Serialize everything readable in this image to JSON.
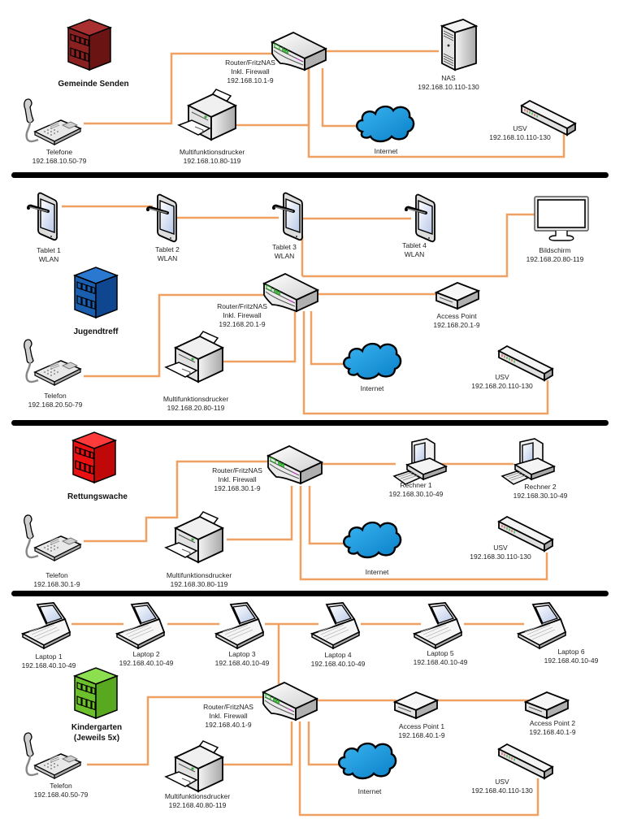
{
  "title": "Netzwerkplan",
  "colors": {
    "cable": "#f0a060",
    "divider": "#000000",
    "cloud": "#1e9fe0",
    "site_gemeinde": "#7a1a1a",
    "site_jugendtreff": "#1658a8",
    "site_rettungswache": "#e01010",
    "site_kindergarten": "#6cc02c"
  },
  "sections": [
    {
      "id": "gemeinde",
      "site": {
        "name": "Gemeinde Senden",
        "icon": "building-icon",
        "color_key": "site_gemeinde"
      },
      "devices": [
        {
          "id": "router",
          "icon": "router-icon",
          "lines": [
            "Router/FritzNAS",
            "Inkl. Firewall",
            "192.168.10.1-9"
          ]
        },
        {
          "id": "nas",
          "icon": "server-icon",
          "lines": [
            "NAS",
            "192.168.10.110-130"
          ]
        },
        {
          "id": "printer",
          "icon": "printer-icon",
          "lines": [
            "Multifunktionsdrucker",
            "192.168.10.80-119"
          ]
        },
        {
          "id": "phone",
          "icon": "phone-icon",
          "lines": [
            "Telefone",
            "192.168.10.50-79"
          ]
        },
        {
          "id": "internet",
          "icon": "cloud-icon",
          "lines": [
            "Internet"
          ]
        },
        {
          "id": "ups",
          "icon": "ups-icon",
          "lines": [
            "USV",
            "192.168.10.110-130"
          ]
        }
      ]
    },
    {
      "id": "jugendtreff",
      "site": {
        "name": "Jugendtreff",
        "icon": "building-icon",
        "color_key": "site_jugendtreff"
      },
      "devices": [
        {
          "id": "tablet1",
          "icon": "tablet-icon",
          "lines": [
            "Tablet 1",
            "WLAN"
          ]
        },
        {
          "id": "tablet2",
          "icon": "tablet-icon",
          "lines": [
            "Tablet 2",
            "WLAN"
          ]
        },
        {
          "id": "tablet3",
          "icon": "tablet-icon",
          "lines": [
            "Tablet 3",
            "WLAN"
          ]
        },
        {
          "id": "tablet4",
          "icon": "tablet-icon",
          "lines": [
            "Tablet 4",
            "WLAN"
          ]
        },
        {
          "id": "monitor",
          "icon": "monitor-icon",
          "lines": [
            "Bildschirm",
            "192.168.20.80-119"
          ]
        },
        {
          "id": "router",
          "icon": "router-icon",
          "lines": [
            "Router/FritzNAS",
            "Inkl. Firewall",
            "192.168.20.1-9"
          ]
        },
        {
          "id": "ap",
          "icon": "access-point-icon",
          "lines": [
            "Access Point",
            "192.168.20.1-9"
          ]
        },
        {
          "id": "printer",
          "icon": "printer-icon",
          "lines": [
            "Multifunktionsdrucker",
            "192.168.20.80-119"
          ]
        },
        {
          "id": "phone",
          "icon": "phone-icon",
          "lines": [
            "Telefon",
            "192.168.20.50-79"
          ]
        },
        {
          "id": "internet",
          "icon": "cloud-icon",
          "lines": [
            "Internet"
          ]
        },
        {
          "id": "ups",
          "icon": "ups-icon",
          "lines": [
            "USV",
            "192.168.20.110-130"
          ]
        }
      ]
    },
    {
      "id": "rettungswache",
      "site": {
        "name": "Rettungswache",
        "icon": "building-icon",
        "color_key": "site_rettungswache"
      },
      "devices": [
        {
          "id": "router",
          "icon": "router-icon",
          "lines": [
            "Router/FritzNAS",
            "Inkl. Firewall",
            "192.168.30.1-9"
          ]
        },
        {
          "id": "pc1",
          "icon": "desktop-pc-icon",
          "lines": [
            "Rechner 1",
            "192.168.30.10-49"
          ]
        },
        {
          "id": "pc2",
          "icon": "desktop-pc-icon",
          "lines": [
            "Rechner 2",
            "192.168.30.10-49"
          ]
        },
        {
          "id": "printer",
          "icon": "printer-icon",
          "lines": [
            "Multifunktionsdrucker",
            "192.168.30.80-119"
          ]
        },
        {
          "id": "phone",
          "icon": "phone-icon",
          "lines": [
            "Telefon",
            "192.168.30.1-9"
          ]
        },
        {
          "id": "internet",
          "icon": "cloud-icon",
          "lines": [
            "Internet"
          ]
        },
        {
          "id": "ups",
          "icon": "ups-icon",
          "lines": [
            "USV",
            "192.168.30.110-130"
          ]
        }
      ]
    },
    {
      "id": "kindergarten",
      "site": {
        "name": "Kindergarten",
        "name2": "(Jeweils 5x)",
        "icon": "building-icon",
        "color_key": "site_kindergarten"
      },
      "devices": [
        {
          "id": "laptop1",
          "icon": "laptop-icon",
          "lines": [
            "Laptop 1",
            "192.168.40.10-49"
          ]
        },
        {
          "id": "laptop2",
          "icon": "laptop-icon",
          "lines": [
            "Laptop 2",
            "192.168.40.10-49"
          ]
        },
        {
          "id": "laptop3",
          "icon": "laptop-icon",
          "lines": [
            "Laptop 3",
            "192.168.40.10-49"
          ]
        },
        {
          "id": "laptop4",
          "icon": "laptop-icon",
          "lines": [
            "Laptop 4",
            "192.168.40.10-49"
          ]
        },
        {
          "id": "laptop5",
          "icon": "laptop-icon",
          "lines": [
            "Laptop 5",
            "192.168.40.10-49"
          ]
        },
        {
          "id": "laptop6",
          "icon": "laptop-icon",
          "lines": [
            "Laptop 6",
            "192.168.40.10-49"
          ]
        },
        {
          "id": "router",
          "icon": "router-icon",
          "lines": [
            "Router/FritzNAS",
            "Inkl. Firewall",
            "192.168.40.1-9"
          ]
        },
        {
          "id": "ap1",
          "icon": "access-point-icon",
          "lines": [
            "Access Point 1",
            "192.168.40.1-9"
          ]
        },
        {
          "id": "ap2",
          "icon": "access-point-icon",
          "lines": [
            "Access Point 2",
            "192.168.40.1-9"
          ]
        },
        {
          "id": "printer",
          "icon": "printer-icon",
          "lines": [
            "Multifunktionsdrucker",
            "192.168.40.80-119"
          ]
        },
        {
          "id": "phone",
          "icon": "phone-icon",
          "lines": [
            "Telefon",
            "192.168.40.50-79"
          ]
        },
        {
          "id": "internet",
          "icon": "cloud-icon",
          "lines": [
            "Internet"
          ]
        },
        {
          "id": "ups",
          "icon": "ups-icon",
          "lines": [
            "USV",
            "192.168.40.110-130"
          ]
        }
      ]
    }
  ]
}
